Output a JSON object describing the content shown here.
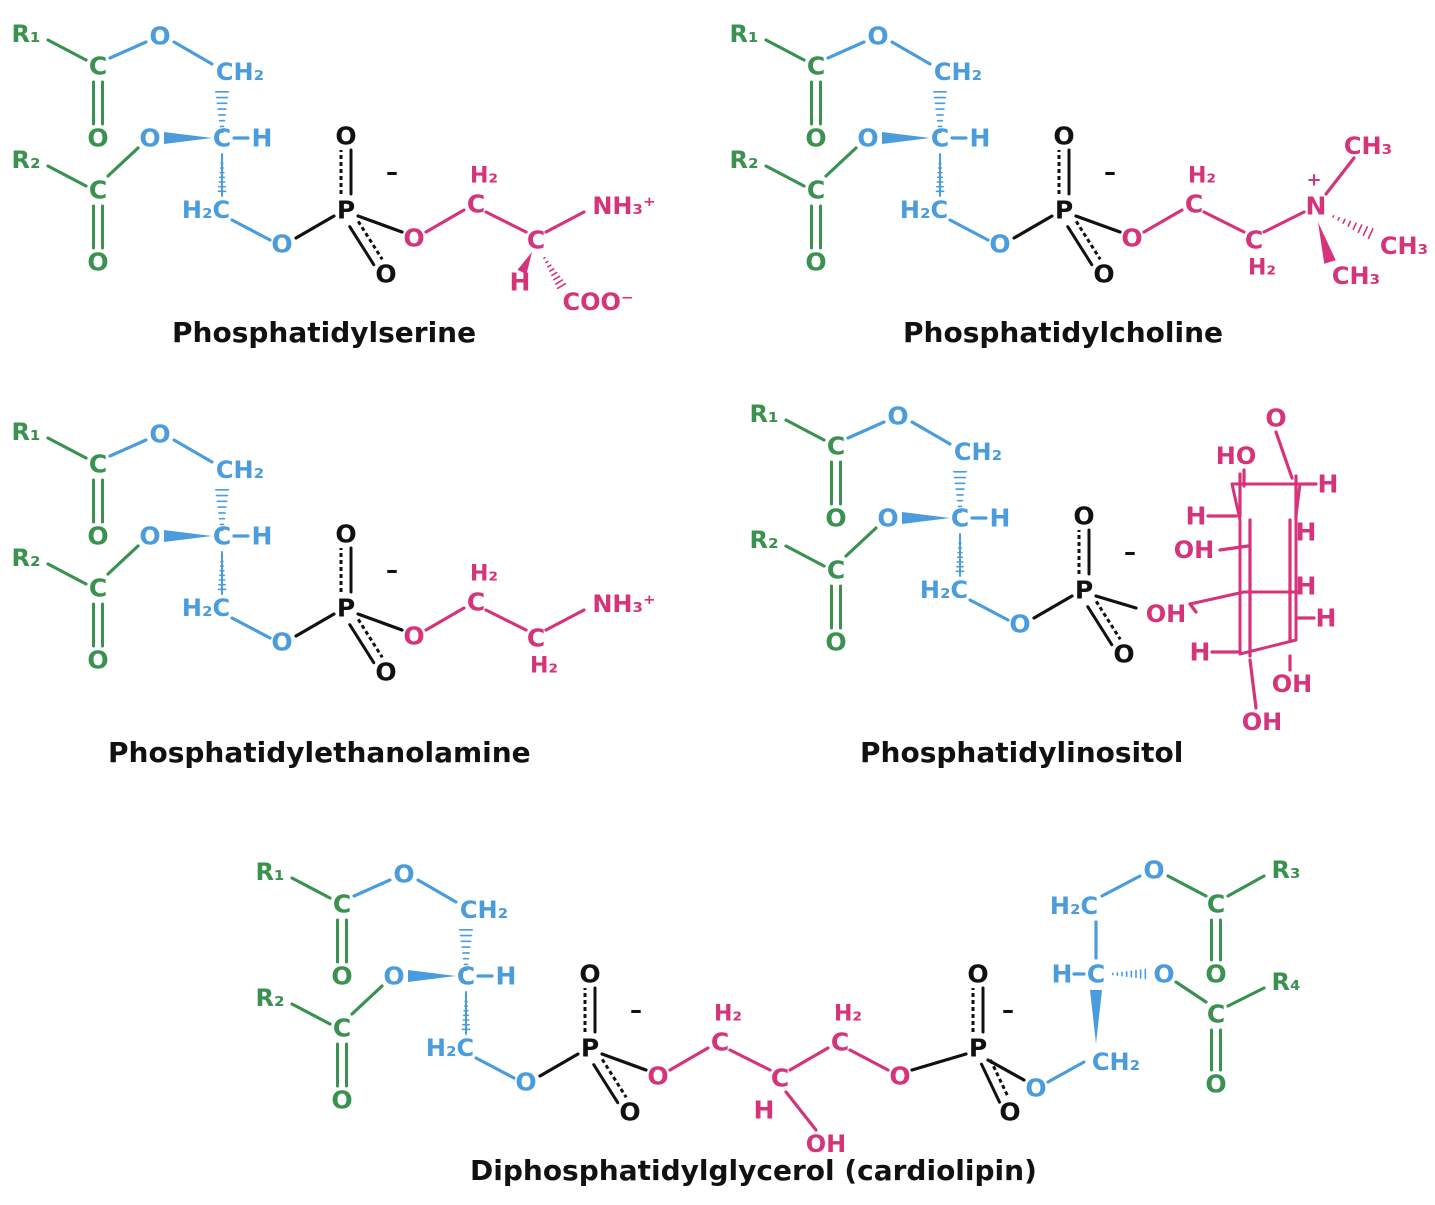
{
  "colors": {
    "green": "#3a9150",
    "blue": "#4a9cdc",
    "black": "#111111",
    "pink": "#d5337a"
  },
  "atoms": {
    "R1": "R₁",
    "R2": "R₂",
    "R3": "R₃",
    "R4": "R₄",
    "C": "C",
    "O": "O",
    "P": "P",
    "H": "H",
    "CH2": "CH₂",
    "H2C": "H₂C",
    "H2": "H₂",
    "NH3plus": "NH₃⁺",
    "COOminus": "COO⁻",
    "CH3": "CH₃",
    "N": "N",
    "plus": "+",
    "minus": "–",
    "OH": "OH",
    "HO": "HO"
  },
  "molecules": [
    {
      "id": "phosphatidylserine",
      "name": "Phosphatidylserine"
    },
    {
      "id": "phosphatidylcholine",
      "name": "Phosphatidylcholine"
    },
    {
      "id": "phosphatidylethanolamine",
      "name": "Phosphatidylethanolamine"
    },
    {
      "id": "phosphatidylinositol",
      "name": "Phosphatidylinositol"
    },
    {
      "id": "cardiolipin",
      "name": "Diphosphatidylglycerol (cardiolipin)"
    }
  ]
}
